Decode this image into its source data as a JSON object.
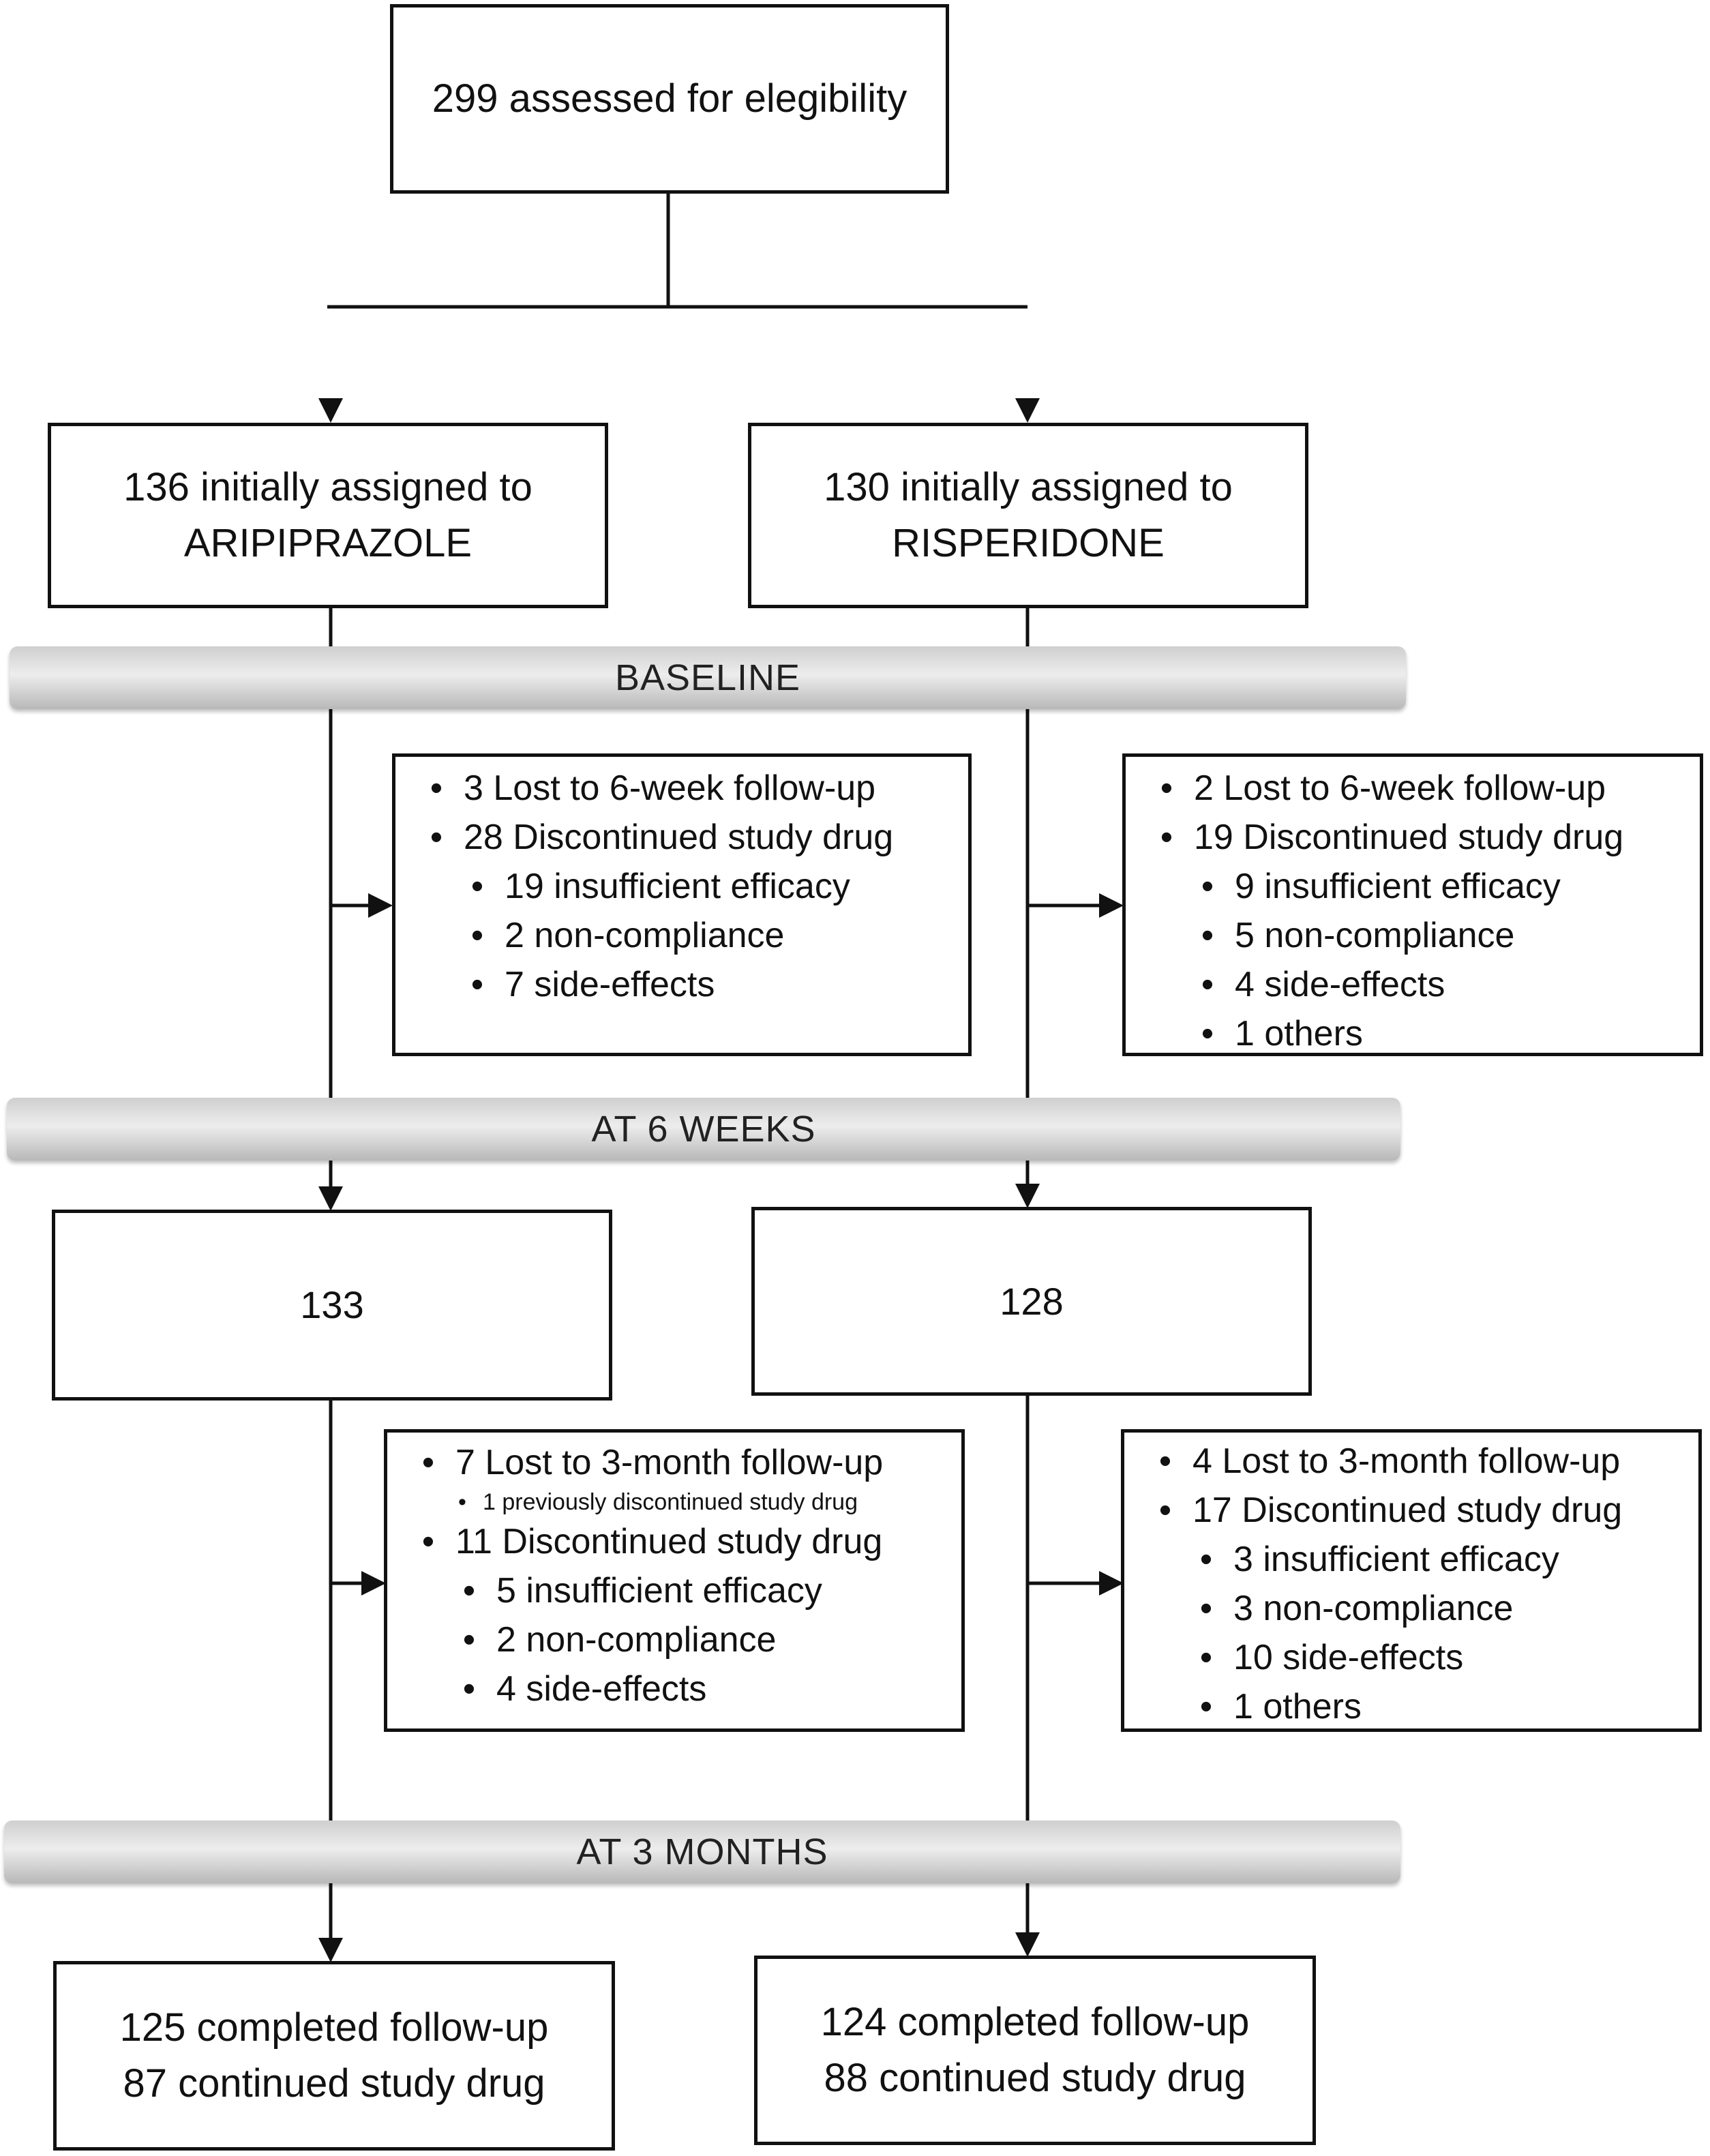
{
  "top_box": {
    "text": "299 assessed for elegibility"
  },
  "arms": {
    "aripiprazole": {
      "assigned": [
        "136 initially assigned to",
        "ARIPIPRAZOLE"
      ],
      "dropout_6wk": {
        "bullet": "•",
        "items": [
          "3 Lost to 6-week follow-up",
          "28 Discontinued study drug",
          "19 insufficient efficacy",
          "2 non-compliance",
          "7 side-effects"
        ]
      },
      "at_6wk": "133",
      "dropout_3mo": {
        "bullet": "•",
        "items": [
          "7 Lost to 3-month follow-up",
          "1 previously discontinued study drug",
          "11 Discontinued study drug",
          "5 insufficient efficacy",
          "2 non-compliance",
          "4 side-effects"
        ]
      },
      "final": [
        "125 completed follow-up",
        "87 continued study drug"
      ]
    },
    "risperidone": {
      "assigned": [
        "130 initially assigned to",
        "RISPERIDONE"
      ],
      "dropout_6wk": {
        "bullet": "•",
        "items": [
          "2 Lost to 6-week follow-up",
          "19 Discontinued study drug",
          "9 insufficient efficacy",
          "5 non-compliance",
          "4 side-effects",
          "1 others"
        ]
      },
      "at_6wk": "128",
      "dropout_3mo": {
        "bullet": "•",
        "items": [
          "4 Lost to 3-month follow-up",
          "17 Discontinued study drug",
          "3 insufficient efficacy",
          "3 non-compliance",
          "10 side-effects",
          "1 others"
        ]
      },
      "final": [
        "124 completed follow-up",
        "88 continued study drug"
      ]
    }
  },
  "phases": {
    "baseline": "BASELINE",
    "six_weeks": "AT 6 WEEKS",
    "three_months": "AT 3 MONTHS"
  }
}
